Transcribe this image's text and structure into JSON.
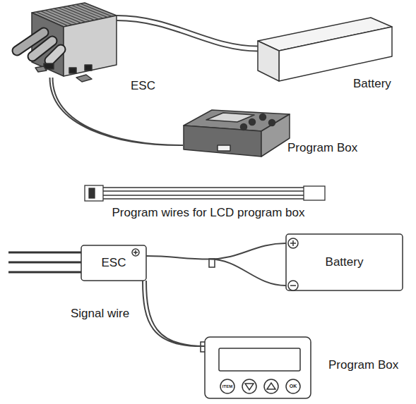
{
  "diagram": {
    "nodes": [
      {
        "text": [
          "ESC"
        ]
      },
      {
        "text": [
          "Battery"
        ]
      },
      {
        "text": [
          "Program Box"
        ]
      },
      {
        "text": [
          "ESC"
        ]
      },
      {
        "text": [
          "Battery"
        ]
      },
      {
        "text": [
          "Program Box"
        ]
      }
    ],
    "edges": [
      {
        "from": 0,
        "to": 1,
        "arrow": "none"
      },
      {
        "from": 0,
        "to": 2,
        "arrow": "none"
      },
      {
        "from": 3,
        "to": 4,
        "arrow": "none"
      },
      {
        "from": 3,
        "to": 5,
        "arrow": "none"
      }
    ],
    "labels": [
      "Program wires for LCD program box",
      "Signal wire",
      "ITEM",
      "OK"
    ]
  }
}
